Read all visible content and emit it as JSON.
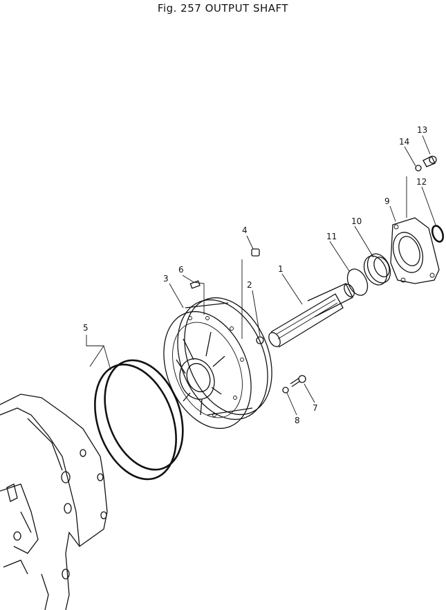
{
  "figure": {
    "title": "Fig. 257   OUTPUT SHAFT"
  },
  "callouts": [
    "1",
    "2",
    "3",
    "4",
    "5",
    "6",
    "7",
    "8",
    "9",
    "10",
    "11",
    "12",
    "13",
    "14"
  ]
}
